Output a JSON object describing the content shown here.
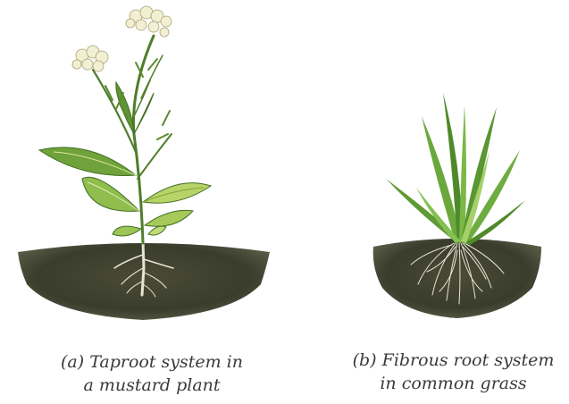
{
  "panels": [
    {
      "id": "a",
      "caption_line1": "(a) Taproot system in",
      "caption_line2": "a mustard plant"
    },
    {
      "id": "b",
      "caption_line1": "(b) Fibrous root system",
      "caption_line2": "in common grass"
    }
  ],
  "colors": {
    "soil": "#3a3c2c",
    "leaf_dark": "#4f8a2a",
    "leaf_light": "#b8d468",
    "flower": "#f3efd2",
    "root": "#e9e4d4",
    "caption_text": "#3a3a3a"
  }
}
